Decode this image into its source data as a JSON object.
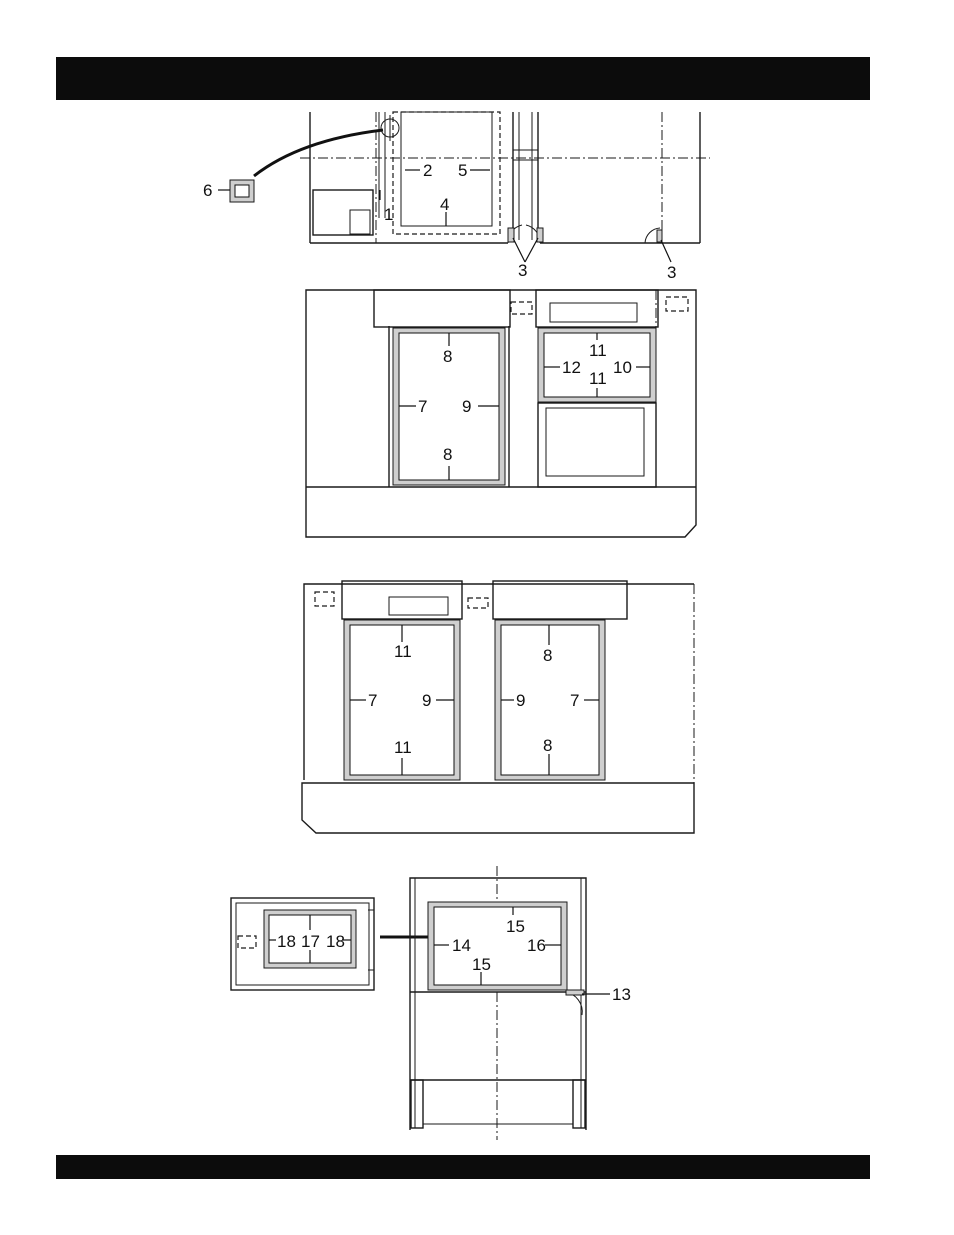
{
  "header_bar": {
    "color": "#0c0c0c"
  },
  "footer_bar": {
    "color": "#0c0c0c"
  },
  "diagram": {
    "callouts": {
      "c1": "1",
      "c2": "2",
      "c3a": "3",
      "c3b": "3",
      "c4": "4",
      "c5": "5",
      "c6": "6",
      "v2_8a": "8",
      "v2_8b": "8",
      "v2_7": "7",
      "v2_9": "9",
      "v2_11a": "11",
      "v2_11b": "11",
      "v2_12": "12",
      "v2_10": "10",
      "v3_11a": "11",
      "v3_11b": "11",
      "v3_7a": "7",
      "v3_9a": "9",
      "v3_8a": "8",
      "v3_8b": "8",
      "v3_9b": "9",
      "v3_7b": "7",
      "v4_18a": "18",
      "v4_17": "17",
      "v4_18b": "18",
      "v4_15a": "15",
      "v4_14": "14",
      "v4_16": "16",
      "v4_15b": "15",
      "v4_13": "13"
    }
  }
}
